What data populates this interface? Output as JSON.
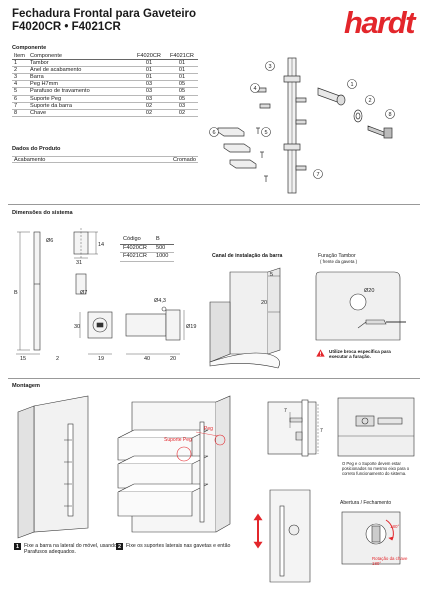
{
  "header": {
    "title_line1": "Fechadura Frontal para Gaveteiro",
    "title_line2": "F4020CR • F4021CR",
    "brand": "hardt",
    "brand_color": "#e3262b"
  },
  "components": {
    "section_label": "Componente",
    "columns": [
      "Item",
      "Componente",
      "F4020CR",
      "F4021CR"
    ],
    "rows": [
      {
        "item": "1",
        "name": "Tambor",
        "f4020": "01",
        "f4021": "01"
      },
      {
        "item": "2",
        "name": "Anel de acabamento",
        "f4020": "01",
        "f4021": "01"
      },
      {
        "item": "3",
        "name": "Barra",
        "f4020": "01",
        "f4021": "01"
      },
      {
        "item": "4",
        "name": "Peg H7mm",
        "f4020": "03",
        "f4021": "05"
      },
      {
        "item": "5",
        "name": "Parafuso de travamento",
        "f4020": "03",
        "f4021": "05"
      },
      {
        "item": "6",
        "name": "Suporte Peg",
        "f4020": "03",
        "f4021": "05"
      },
      {
        "item": "7",
        "name": "Suporte da barra",
        "f4020": "02",
        "f4021": "03"
      },
      {
        "item": "8",
        "name": "Chave",
        "f4020": "02",
        "f4021": "02"
      }
    ]
  },
  "product_data": {
    "section_label": "Dados do Produto",
    "label": "Acabamento",
    "value": "Cromado"
  },
  "exploded_callouts": [
    "1",
    "2",
    "3",
    "4",
    "5",
    "6",
    "7",
    "8"
  ],
  "dimensions": {
    "section_label": "Dimensões do sistema",
    "labels": {
      "d6": "Ø6",
      "d14": "14",
      "d31": "31",
      "d7": "Ø7",
      "d43": "Ø4,3",
      "d30": "30",
      "d19": "Ø19",
      "B": "B",
      "d15": "15",
      "d2": "2",
      "d19b": "19",
      "d40": "40",
      "d20": "20"
    },
    "code_table": {
      "headers": [
        "Código",
        "B"
      ],
      "rows": [
        [
          "F4020CR",
          "500"
        ],
        [
          "F4021CR",
          "1000"
        ]
      ]
    },
    "channel_title": "Canal de instalação da barra",
    "channel_labels": {
      "d5": "5",
      "d20": "20"
    },
    "drill_title": "Furação Tambor",
    "drill_subtitle": "( frente da gaveta )",
    "drill_label": "Ø20",
    "warning_text": "Utilize broca específica para executar a furação."
  },
  "mounting": {
    "section_label": "Montagem",
    "suporte_peg_label": "Suporte Peg",
    "peg_label": "Peg",
    "d7_label": "7",
    "d7b_label": "7",
    "note": "O Peg e o Suporte devem estar posicionados no mesmo eixo para o correto funcionamento do sistema.",
    "open_close_title": "Abertura / Fechamento",
    "rotation_label": "Rotação da chave 180°",
    "angle_label": "180°",
    "steps": [
      {
        "num": "1",
        "text": "Fixe a barra na lateral do móvel, usando Parafusos adequados."
      },
      {
        "num": "2",
        "text": "Fixe os suportes laterais nas gavetas e então"
      }
    ]
  },
  "accent_red": "#e3262b"
}
